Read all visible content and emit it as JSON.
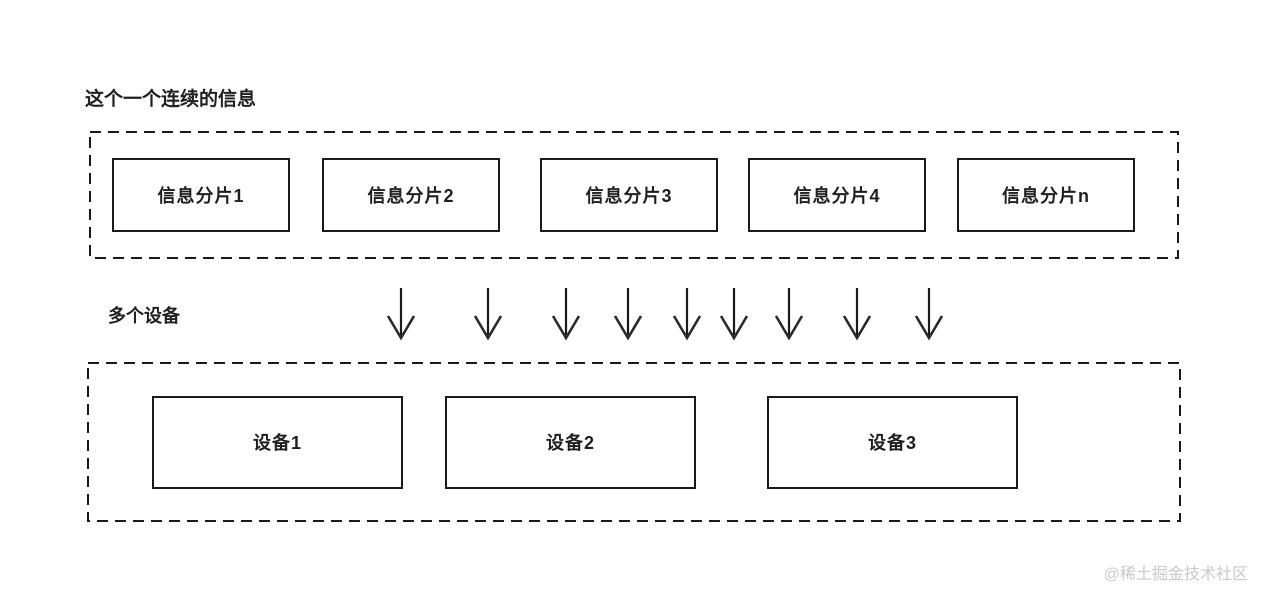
{
  "diagram": {
    "top_label": "这个一个连续的信息",
    "middle_label": "多个设备",
    "fragments": [
      {
        "label": "信息分片1"
      },
      {
        "label": "信息分片2"
      },
      {
        "label": "信息分片3"
      },
      {
        "label": "信息分片4"
      },
      {
        "label": "信息分片n"
      }
    ],
    "devices": [
      {
        "label": "设备1"
      },
      {
        "label": "设备2"
      },
      {
        "label": "设备3"
      }
    ],
    "arrows": {
      "direction": "down",
      "count": 9,
      "x_positions": [
        401,
        488,
        566,
        628,
        687,
        734,
        789,
        857,
        929
      ]
    },
    "watermark": "@稀土掘金技术社区",
    "colors": {
      "background": "#ffffff",
      "line": "#1a1a1a",
      "text": "#1f1f1f",
      "watermark": "#c9c9c9"
    }
  }
}
